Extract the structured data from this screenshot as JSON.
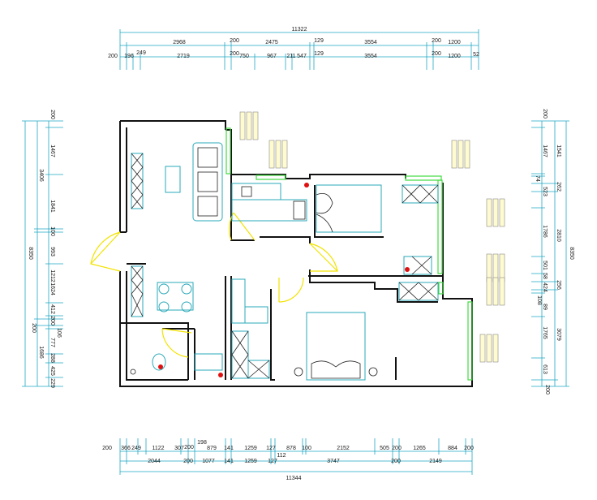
{
  "top": {
    "total": "11322",
    "row1": [
      "2968",
      "200",
      "2475",
      "129",
      "3554",
      "200",
      "1200"
    ],
    "row2": [
      "200",
      "196",
      "249",
      "2719",
      "200",
      "750",
      "967",
      "211",
      "547",
      "129",
      "3554",
      "200",
      "1200",
      "52"
    ]
  },
  "bottom": {
    "total": "11344",
    "row_top": [
      "200",
      "366",
      "249",
      "1122",
      "307",
      "200",
      "198",
      "879",
      "141",
      "1259",
      "127",
      "878",
      "100",
      "2152",
      "505",
      "200",
      "1265",
      "884",
      "200"
    ],
    "mid": "112",
    "row_bottom": [
      "2044",
      "200",
      "1077",
      "141",
      "1259",
      "127",
      "3747",
      "200",
      "2149"
    ]
  },
  "left": {
    "total": "8350",
    "outer": [
      "3406",
      "100",
      "1624",
      "200",
      "1686"
    ],
    "inner": [
      "200",
      "1467",
      "1841",
      "993",
      "1212",
      "412",
      "200",
      "106",
      "777",
      "288",
      "425",
      "229"
    ]
  },
  "right": {
    "total": "8350",
    "outer": [
      "262",
      "2810",
      "256",
      "3079",
      "200"
    ],
    "inner": [
      "200",
      "1541",
      "1467",
      "74",
      "523",
      "1786",
      "501",
      "58",
      "424",
      "108",
      "89",
      "1765",
      "613"
    ]
  },
  "colors": {
    "dimension": "#1ea7c4",
    "wall": "#111111",
    "window": "#3fdc3f",
    "door": "#f2e300",
    "furniture": "#2aa8b8",
    "marker": "#e01010"
  }
}
